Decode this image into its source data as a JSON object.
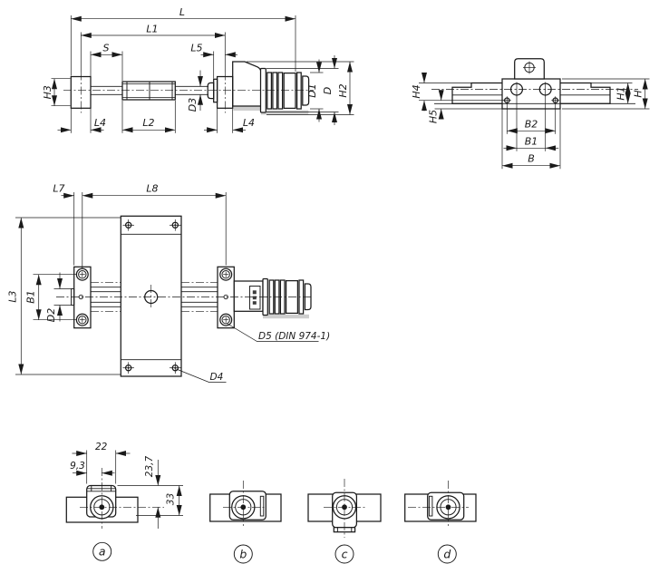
{
  "colors": {
    "line": "#1a1a1a",
    "shade": "#c9c9c9",
    "background": "#ffffff"
  },
  "views": {
    "side": {
      "dims": {
        "L": "L",
        "L1": "L1",
        "S": "S",
        "L5": "L5",
        "H3": "H3",
        "L4_left": "L4",
        "L2": "L2",
        "D3": "D3",
        "L4_right": "L4",
        "D1": "D1",
        "D": "D",
        "H2": "H2"
      }
    },
    "end": {
      "dims": {
        "H4": "H4",
        "H5": "H5",
        "H1": "H1",
        "H": "H",
        "B2": "B2",
        "B1": "B1",
        "B": "B"
      }
    },
    "top": {
      "dims": {
        "L7": "L7",
        "L8": "L8",
        "L3": "L3",
        "B1": "B1",
        "D2": "D2"
      },
      "callouts": {
        "d5": "D5 (DIN 974-1)",
        "d4": "D4"
      }
    },
    "details": {
      "dims": {
        "width": "22",
        "offset": "9,3",
        "height_center": "23,7",
        "height_total": "33"
      },
      "variants": [
        {
          "label": "a"
        },
        {
          "label": "b"
        },
        {
          "label": "c"
        },
        {
          "label": "d"
        }
      ]
    }
  }
}
